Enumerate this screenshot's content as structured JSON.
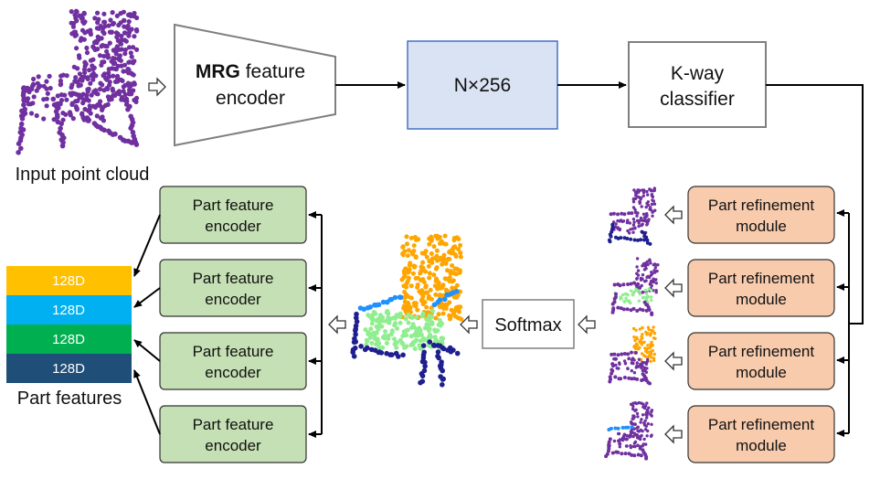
{
  "input": {
    "caption": "Input point cloud"
  },
  "encoder": {
    "bold": "MRG",
    "rest": " feature",
    "line2": "encoder"
  },
  "latent": {
    "label": "N×256"
  },
  "classifier": {
    "line1": "K-way",
    "line2": "classifier"
  },
  "refine": {
    "line1": "Part refinement",
    "line2": "module",
    "count": 4
  },
  "softmax": {
    "label": "Softmax"
  },
  "part_encoder": {
    "line1": "Part feature",
    "line2": "encoder",
    "count": 4
  },
  "features": {
    "caption": "Part features",
    "bands": [
      {
        "label": "128D",
        "color": "#ffc000"
      },
      {
        "label": "128D",
        "color": "#00b0f0"
      },
      {
        "label": "128D",
        "color": "#00b050"
      },
      {
        "label": "128D",
        "color": "#1f4e79"
      }
    ]
  },
  "colors": {
    "encoder_fill": "#ffffff",
    "latent_fill": "#dae3f3",
    "latent_stroke": "#4472c4",
    "classifier_stroke": "#7f7f7f",
    "refine_fill": "#f8cbad",
    "part_encoder_fill": "#c5e0b4",
    "purple": "#7030a0",
    "navy": "#1f1f8f",
    "orange": "#ffa500",
    "light_green": "#90ee90",
    "blue": "#1e90ff"
  }
}
